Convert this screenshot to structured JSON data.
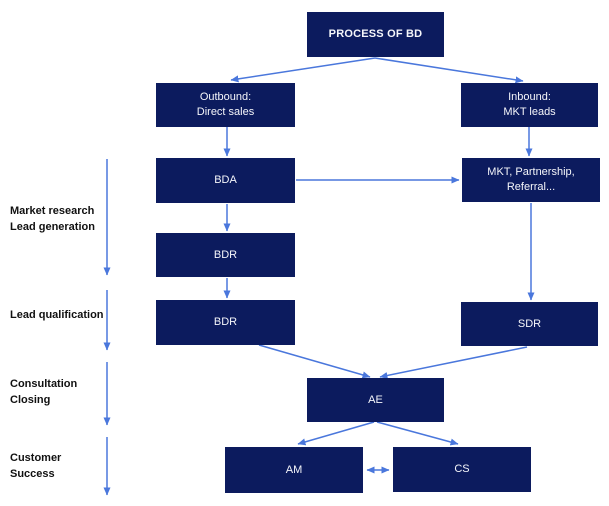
{
  "diagram": {
    "title": "PROCESS OF BD",
    "nodes": {
      "process": {
        "label": "PROCESS OF BD"
      },
      "outbound": {
        "line1": "Outbound:",
        "line2": "Direct sales"
      },
      "inbound": {
        "line1": "Inbound:",
        "line2": "MKT leads"
      },
      "bda": {
        "label": "BDA"
      },
      "mkt_partnership": {
        "line1": "MKT, Partnership,",
        "line2": "Referral..."
      },
      "bdr_top": {
        "label": "BDR"
      },
      "bdr_bottom": {
        "label": "BDR"
      },
      "sdr": {
        "label": "SDR"
      },
      "ae": {
        "label": "AE"
      },
      "am": {
        "label": "AM"
      },
      "cs": {
        "label": "CS"
      }
    },
    "stages": {
      "market_research": {
        "line1": "Market research",
        "line2": "Lead generation"
      },
      "lead_qualification": {
        "line1": "Lead qualification"
      },
      "consultation": {
        "line1": "Consultation",
        "line2": "Closing"
      },
      "customer_success": {
        "line1": "Customer",
        "line2": "Success"
      }
    },
    "edges": [
      {
        "from": "process",
        "to": "outbound"
      },
      {
        "from": "process",
        "to": "inbound"
      },
      {
        "from": "outbound",
        "to": "bda"
      },
      {
        "from": "inbound",
        "to": "mkt_partnership"
      },
      {
        "from": "bda",
        "to": "mkt_partnership"
      },
      {
        "from": "bda",
        "to": "bdr_top"
      },
      {
        "from": "bdr_top",
        "to": "bdr_bottom"
      },
      {
        "from": "mkt_partnership",
        "to": "sdr"
      },
      {
        "from": "bdr_bottom",
        "to": "ae"
      },
      {
        "from": "sdr",
        "to": "ae"
      },
      {
        "from": "ae",
        "to": "am"
      },
      {
        "from": "ae",
        "to": "cs"
      },
      {
        "from": "am",
        "to": "cs",
        "type": "bidirectional"
      }
    ],
    "colors": {
      "box_fill": "#0C1B5E",
      "box_text": "#F5F6FA",
      "arrow": "#4A77DC",
      "stage_text": "#111111",
      "background": "#FFFFFF"
    }
  }
}
